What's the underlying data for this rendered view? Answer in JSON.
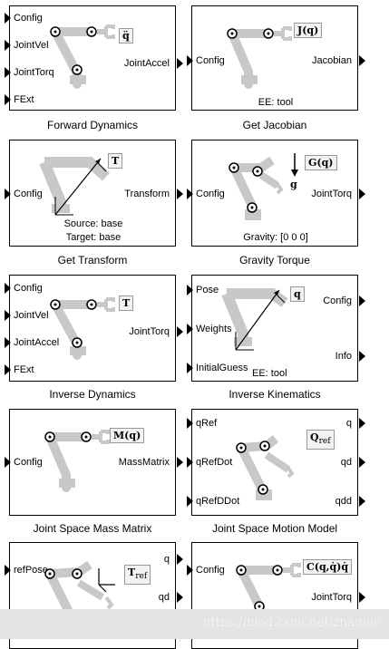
{
  "blocks": {
    "forward_dynamics": {
      "inputs": [
        "Config",
        "JointVel",
        "JointTorq",
        "FExt"
      ],
      "outputs": [
        "JointAccel"
      ],
      "math": "q̈",
      "caption": "Forward Dynamics"
    },
    "get_jacobian": {
      "inputs": [
        "Config"
      ],
      "outputs": [
        "Jacobian"
      ],
      "math": "J(q)",
      "note": "EE: tool",
      "caption": "Get Jacobian"
    },
    "get_transform": {
      "inputs": [
        "Config"
      ],
      "outputs": [
        "Transform"
      ],
      "math": "T",
      "note1": "Source: base",
      "note2": "Target: base",
      "caption": "Get Transform"
    },
    "gravity_torque": {
      "inputs": [
        "Config"
      ],
      "outputs": [
        "JointTorq"
      ],
      "math": "G(q)",
      "gsymbol": "g",
      "note": "Gravity: [0 0 0]",
      "caption": "Gravity Torque"
    },
    "inverse_dynamics": {
      "inputs": [
        "Config",
        "JointVel",
        "JointAccel",
        "FExt"
      ],
      "outputs": [
        "JointTorq"
      ],
      "math": "T",
      "caption": "Inverse Dynamics"
    },
    "inverse_kinematics": {
      "inputs": [
        "Pose",
        "Weights",
        "InitialGuess"
      ],
      "outputs": [
        "Config",
        "Info"
      ],
      "math": "q",
      "note": "EE: tool",
      "caption": "Inverse Kinematics"
    },
    "mass_matrix": {
      "inputs": [
        "Config"
      ],
      "outputs": [
        "MassMatrix"
      ],
      "math": "M(q)",
      "caption": "Joint Space Mass Matrix"
    },
    "motion_model": {
      "inputs": [
        "qRef",
        "qRefDot",
        "qRefDDot"
      ],
      "outputs": [
        "q",
        "qd",
        "qdd"
      ],
      "math": "Q",
      "math_sub": "ref",
      "caption": "Joint Space Motion Model"
    },
    "task_space": {
      "inputs": [
        "refPose"
      ],
      "outputs": [
        "q",
        "qd"
      ],
      "math": "T",
      "math_sub": "ref"
    },
    "velocity_product": {
      "inputs": [
        "Config"
      ],
      "outputs": [
        "JointTorq"
      ],
      "math": "C(q,q̇)q̇"
    }
  },
  "watermark": "https://blog.csdn.net/zhaitjun",
  "colors": {
    "robot_gray": "#c8c8c8",
    "box_fill": "#f2f2f2",
    "footer": "#e4e4e4"
  }
}
